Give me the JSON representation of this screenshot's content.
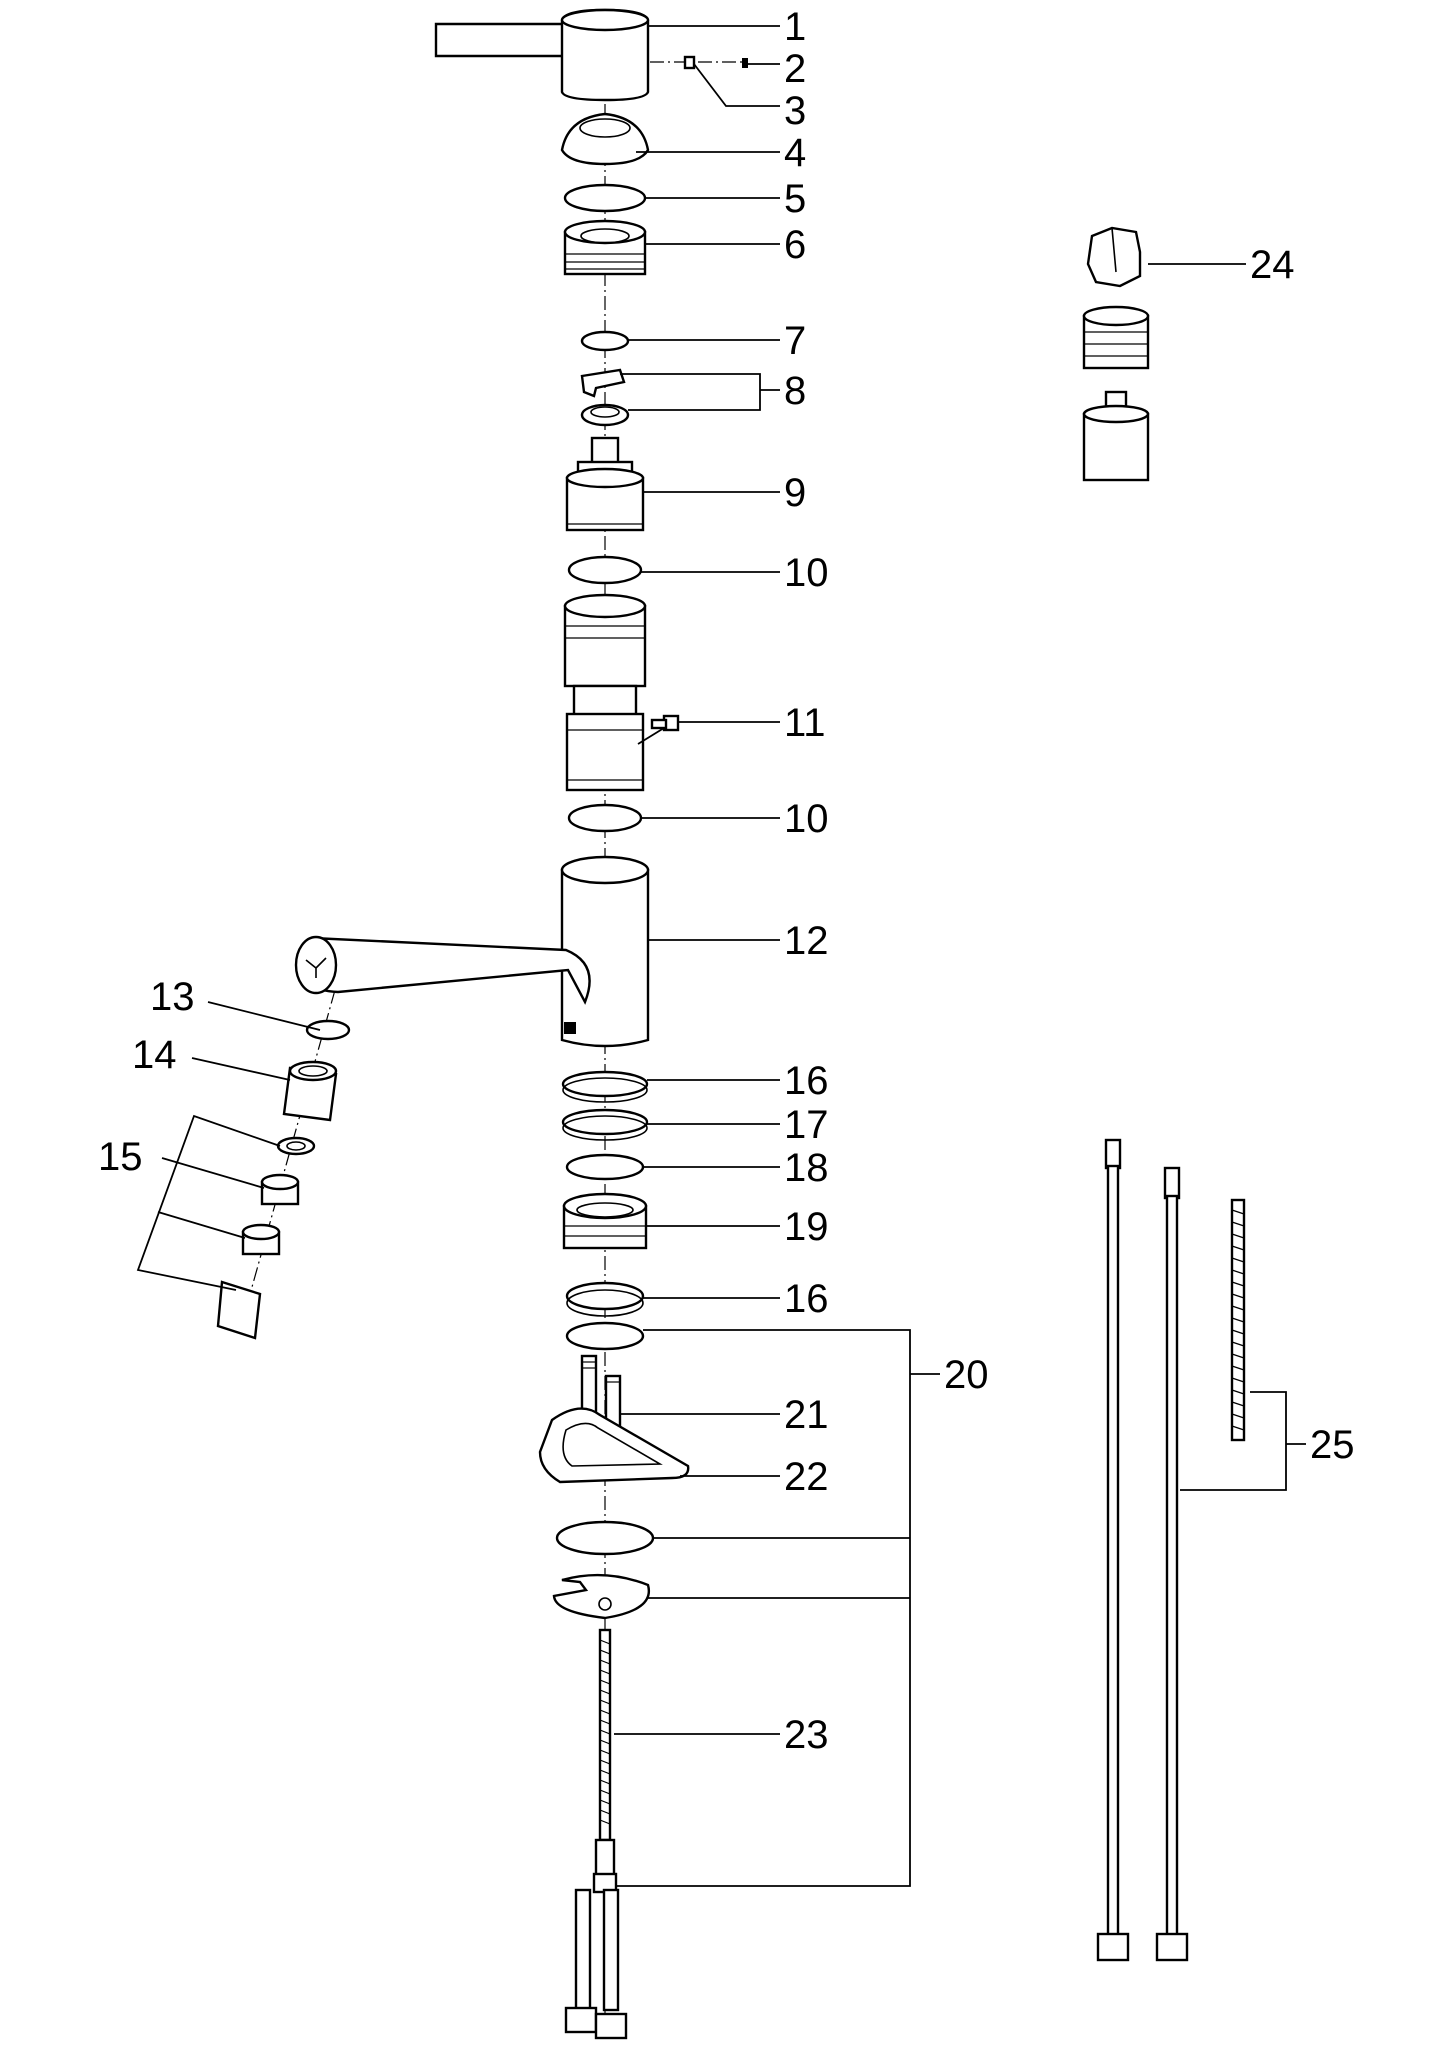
{
  "diagram": {
    "callouts": [
      {
        "id": "c1",
        "label": "1"
      },
      {
        "id": "c2",
        "label": "2"
      },
      {
        "id": "c3",
        "label": "3"
      },
      {
        "id": "c4",
        "label": "4"
      },
      {
        "id": "c5",
        "label": "5"
      },
      {
        "id": "c6",
        "label": "6"
      },
      {
        "id": "c7",
        "label": "7"
      },
      {
        "id": "c8",
        "label": "8"
      },
      {
        "id": "c9",
        "label": "9"
      },
      {
        "id": "c10a",
        "label": "10"
      },
      {
        "id": "c11",
        "label": "11"
      },
      {
        "id": "c10b",
        "label": "10"
      },
      {
        "id": "c12",
        "label": "12"
      },
      {
        "id": "c13",
        "label": "13"
      },
      {
        "id": "c14",
        "label": "14"
      },
      {
        "id": "c15",
        "label": "15"
      },
      {
        "id": "c16a",
        "label": "16"
      },
      {
        "id": "c17",
        "label": "17"
      },
      {
        "id": "c18",
        "label": "18"
      },
      {
        "id": "c19",
        "label": "19"
      },
      {
        "id": "c16b",
        "label": "16"
      },
      {
        "id": "c20",
        "label": "20"
      },
      {
        "id": "c21",
        "label": "21"
      },
      {
        "id": "c22",
        "label": "22"
      },
      {
        "id": "c23",
        "label": "23"
      },
      {
        "id": "c24",
        "label": "24"
      },
      {
        "id": "c25",
        "label": "25"
      }
    ]
  }
}
